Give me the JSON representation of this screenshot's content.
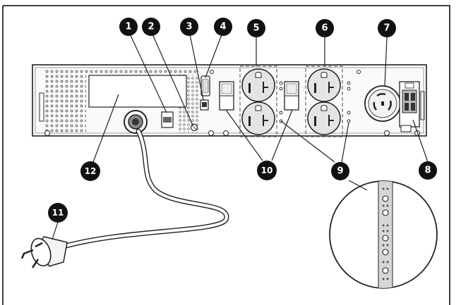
{
  "figure": {
    "frame_color": "#000000",
    "callouts": [
      {
        "id": "c1",
        "label": "1"
      },
      {
        "id": "c2",
        "label": "2"
      },
      {
        "id": "c3",
        "label": "3"
      },
      {
        "id": "c4",
        "label": "4"
      },
      {
        "id": "c5",
        "label": "5"
      },
      {
        "id": "c6",
        "label": "6"
      },
      {
        "id": "c7",
        "label": "7"
      },
      {
        "id": "c8",
        "label": "8"
      },
      {
        "id": "c9",
        "label": "9"
      },
      {
        "id": "c10",
        "label": "10"
      },
      {
        "id": "c11",
        "label": "11"
      },
      {
        "id": "c12",
        "label": "12"
      }
    ],
    "colors": {
      "line": "#222222",
      "outlet_fill": "#e4e4e4",
      "callout_fill": "#111111",
      "callout_text": "#ffffff",
      "dashed_box": "#666666"
    }
  }
}
